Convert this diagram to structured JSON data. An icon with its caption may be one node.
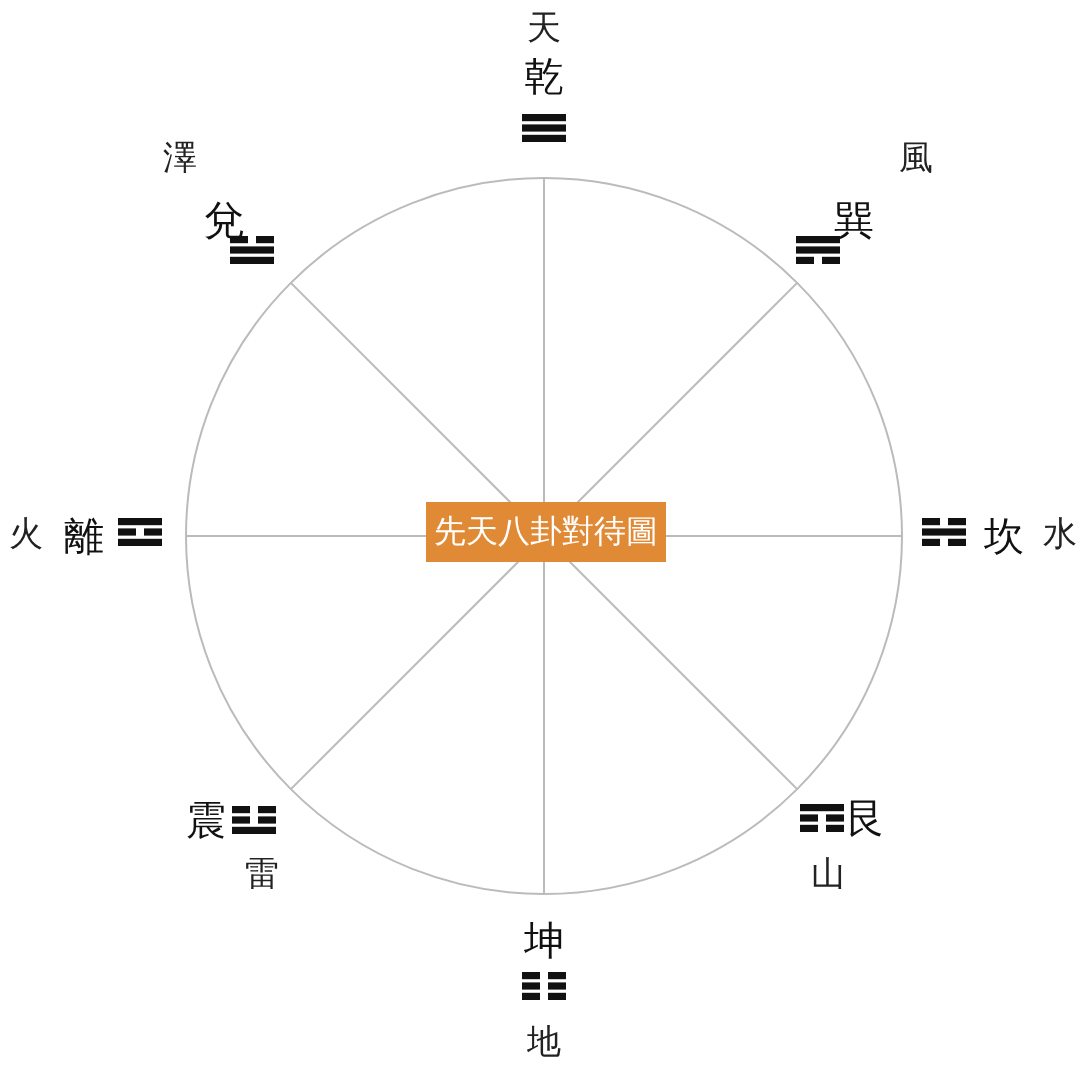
{
  "diagram": {
    "nodes": [
      {
        "text": [
          "先天八卦對待圖"
        ]
      }
    ],
    "labels": [
      "天",
      "乾",
      "澤",
      "風",
      "兌",
      "巽",
      "火",
      "離",
      "坎",
      "水",
      "震",
      "艮",
      "雷",
      "山",
      "坤",
      "地"
    ]
  }
}
